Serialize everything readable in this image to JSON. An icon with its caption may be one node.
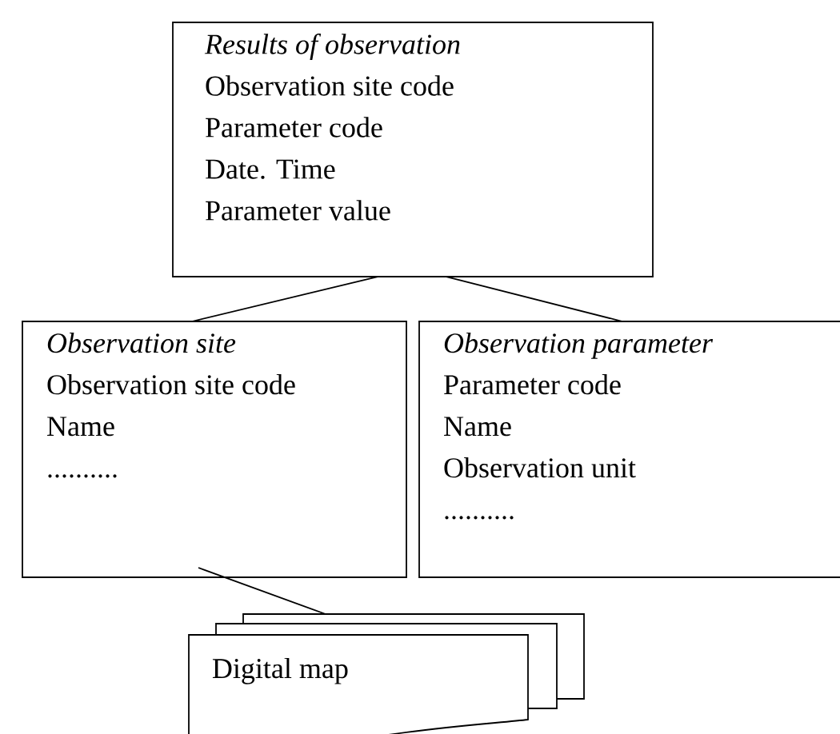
{
  "diagram": {
    "nodes": [
      {
        "text": [
          "Results of observation",
          "Observation site code",
          "Parameter code",
          "Date. Time",
          "Parameter value"
        ]
      },
      {
        "text": [
          "Observation site",
          "Observation site code",
          "Name",
          ".........."
        ]
      },
      {
        "text": [
          "Observation parameter",
          "Parameter code",
          "Name",
          "Observation unit",
          ".........."
        ]
      },
      {
        "text": [
          "Digital map"
        ]
      }
    ],
    "edges": [
      {
        "from": 0,
        "to": 1,
        "arrow": "none"
      },
      {
        "from": 0,
        "to": 2,
        "arrow": "none"
      },
      {
        "from": 1,
        "to": 3,
        "arrow": "none"
      }
    ]
  }
}
